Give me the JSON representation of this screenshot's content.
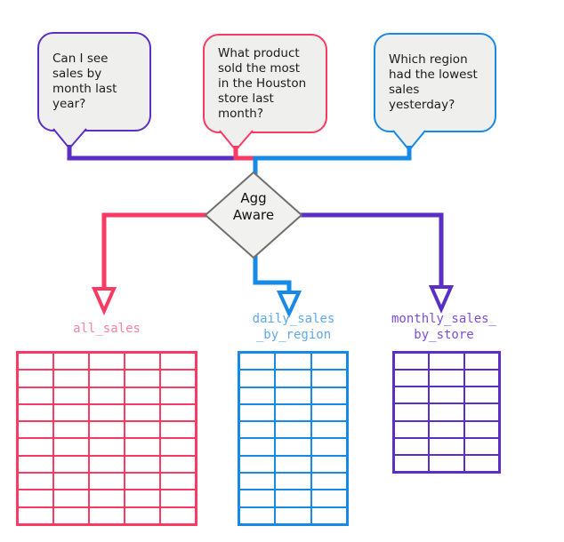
{
  "diagram": {
    "bubbles": [
      {
        "id": "question-1",
        "text": "Can I see\nsales by\nmonth last\nyear?",
        "border_color": "#5B2EC6"
      },
      {
        "id": "question-2",
        "text": "What product\nsold the most\nin the Houston\nstore last\nmonth?",
        "border_color": "#F73B62"
      },
      {
        "id": "question-3",
        "text": "Which region\nhad the lowest\nsales\nyesterday?",
        "border_color": "#1789E6"
      }
    ],
    "decision_node": {
      "label": "Agg\nAware",
      "fill": "#F1F1EF",
      "border_color": "#6F6F6F"
    },
    "tables": [
      {
        "name": "all_sales",
        "label": "all_sales",
        "color": "#F73B62",
        "label_color": "#F9849E",
        "columns": 5,
        "rows": 10
      },
      {
        "name": "daily_sales_by_region",
        "label": "daily_sales\n_by_region",
        "color": "#1789E6",
        "label_color": "#5FA8E8",
        "columns": 3,
        "rows": 10
      },
      {
        "name": "monthly_sales_by_store",
        "label": "monthly_sales_\nby_store",
        "color": "#5B2EC6",
        "label_color": "#7C4DD8",
        "columns": 3,
        "rows": 7
      }
    ],
    "colors": {
      "purple": "#5B2EC6",
      "pink": "#F73B62",
      "blue": "#1789E6",
      "bubble_fill": "#EFEFED",
      "diamond_fill": "#F1F1EF",
      "diamond_border": "#6F6F6F"
    }
  }
}
